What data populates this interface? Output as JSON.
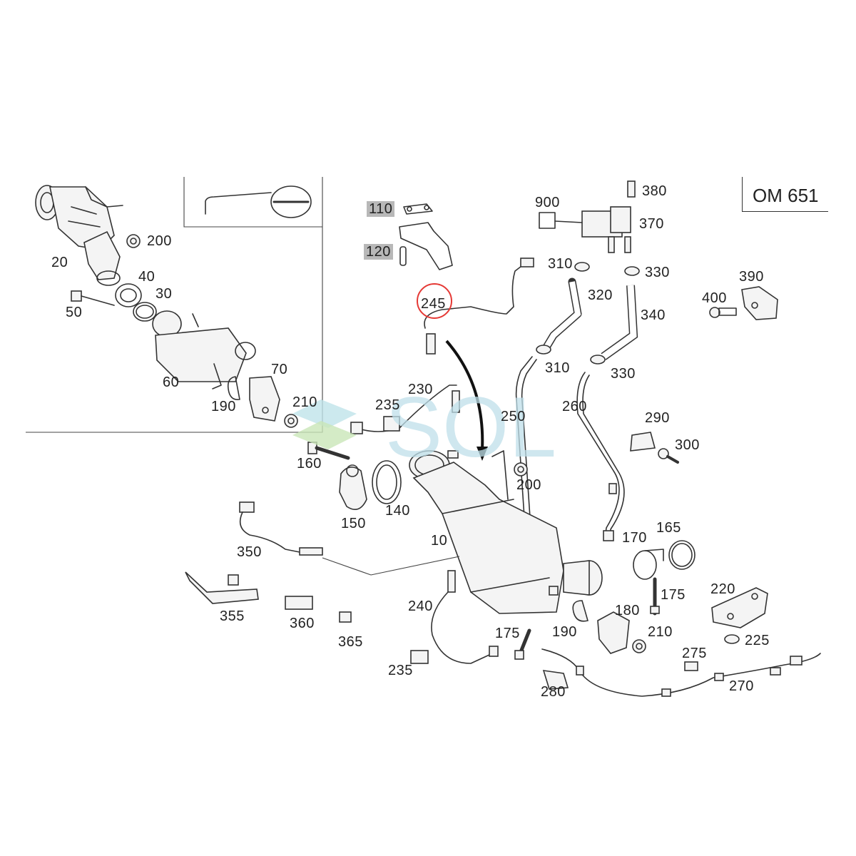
{
  "engine_code": "OM 651",
  "watermark": "SOL",
  "highlight_color": "#e53935",
  "part_labels": [
    {
      "id": "p20",
      "text": "20"
    },
    {
      "id": "p200a",
      "text": "200"
    },
    {
      "id": "p40",
      "text": "40"
    },
    {
      "id": "p30",
      "text": "30"
    },
    {
      "id": "p50",
      "text": "50"
    },
    {
      "id": "p60",
      "text": "60"
    },
    {
      "id": "p70",
      "text": "70"
    },
    {
      "id": "p190a",
      "text": "190"
    },
    {
      "id": "p210a",
      "text": "210"
    },
    {
      "id": "p110",
      "text": "110",
      "highlight": true
    },
    {
      "id": "p120",
      "text": "120",
      "highlight": true
    },
    {
      "id": "p245",
      "text": "245",
      "circled": true
    },
    {
      "id": "p900",
      "text": "900"
    },
    {
      "id": "p380",
      "text": "380"
    },
    {
      "id": "p370",
      "text": "370"
    },
    {
      "id": "p310a",
      "text": "310"
    },
    {
      "id": "p330a",
      "text": "330"
    },
    {
      "id": "p320",
      "text": "320"
    },
    {
      "id": "p340",
      "text": "340"
    },
    {
      "id": "p390",
      "text": "390"
    },
    {
      "id": "p400",
      "text": "400"
    },
    {
      "id": "p310b",
      "text": "310"
    },
    {
      "id": "p330b",
      "text": "330"
    },
    {
      "id": "p230",
      "text": "230"
    },
    {
      "id": "p235a",
      "text": "235"
    },
    {
      "id": "p250",
      "text": "250"
    },
    {
      "id": "p260",
      "text": "260"
    },
    {
      "id": "p290",
      "text": "290"
    },
    {
      "id": "p300",
      "text": "300"
    },
    {
      "id": "p160",
      "text": "160"
    },
    {
      "id": "p200b",
      "text": "200"
    },
    {
      "id": "p150",
      "text": "150"
    },
    {
      "id": "p140",
      "text": "140"
    },
    {
      "id": "p350",
      "text": "350"
    },
    {
      "id": "p10",
      "text": "10"
    },
    {
      "id": "p170",
      "text": "170"
    },
    {
      "id": "p165",
      "text": "165"
    },
    {
      "id": "p175a",
      "text": "175"
    },
    {
      "id": "p220",
      "text": "220"
    },
    {
      "id": "p355",
      "text": "355"
    },
    {
      "id": "p360",
      "text": "360"
    },
    {
      "id": "p365",
      "text": "365"
    },
    {
      "id": "p240",
      "text": "240"
    },
    {
      "id": "p175b",
      "text": "175"
    },
    {
      "id": "p190b",
      "text": "190"
    },
    {
      "id": "p180",
      "text": "180"
    },
    {
      "id": "p210b",
      "text": "210"
    },
    {
      "id": "p225",
      "text": "225"
    },
    {
      "id": "p275",
      "text": "275"
    },
    {
      "id": "p235b",
      "text": "235"
    },
    {
      "id": "p280",
      "text": "280"
    },
    {
      "id": "p270",
      "text": "270"
    }
  ]
}
